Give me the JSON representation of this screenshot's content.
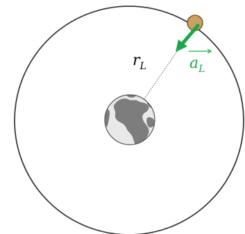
{
  "labels": {
    "radius_main": "r",
    "radius_sub": "L",
    "accel_main": "a",
    "accel_sub": "L"
  },
  "colors": {
    "orbit": "#3a3a3a",
    "moon_fill": "#c8a261",
    "moon_stroke": "#7a5e2e",
    "arrow": "#1aa64a",
    "earth_ocean": "#e9e9e9",
    "earth_land": "#7d7d7d",
    "earth_stroke": "#555555",
    "radius_line": "#555555"
  },
  "icons": {
    "earth": "earth-globe-icon",
    "moon": "moon-icon",
    "acceleration": "acceleration-vector-arrow"
  }
}
